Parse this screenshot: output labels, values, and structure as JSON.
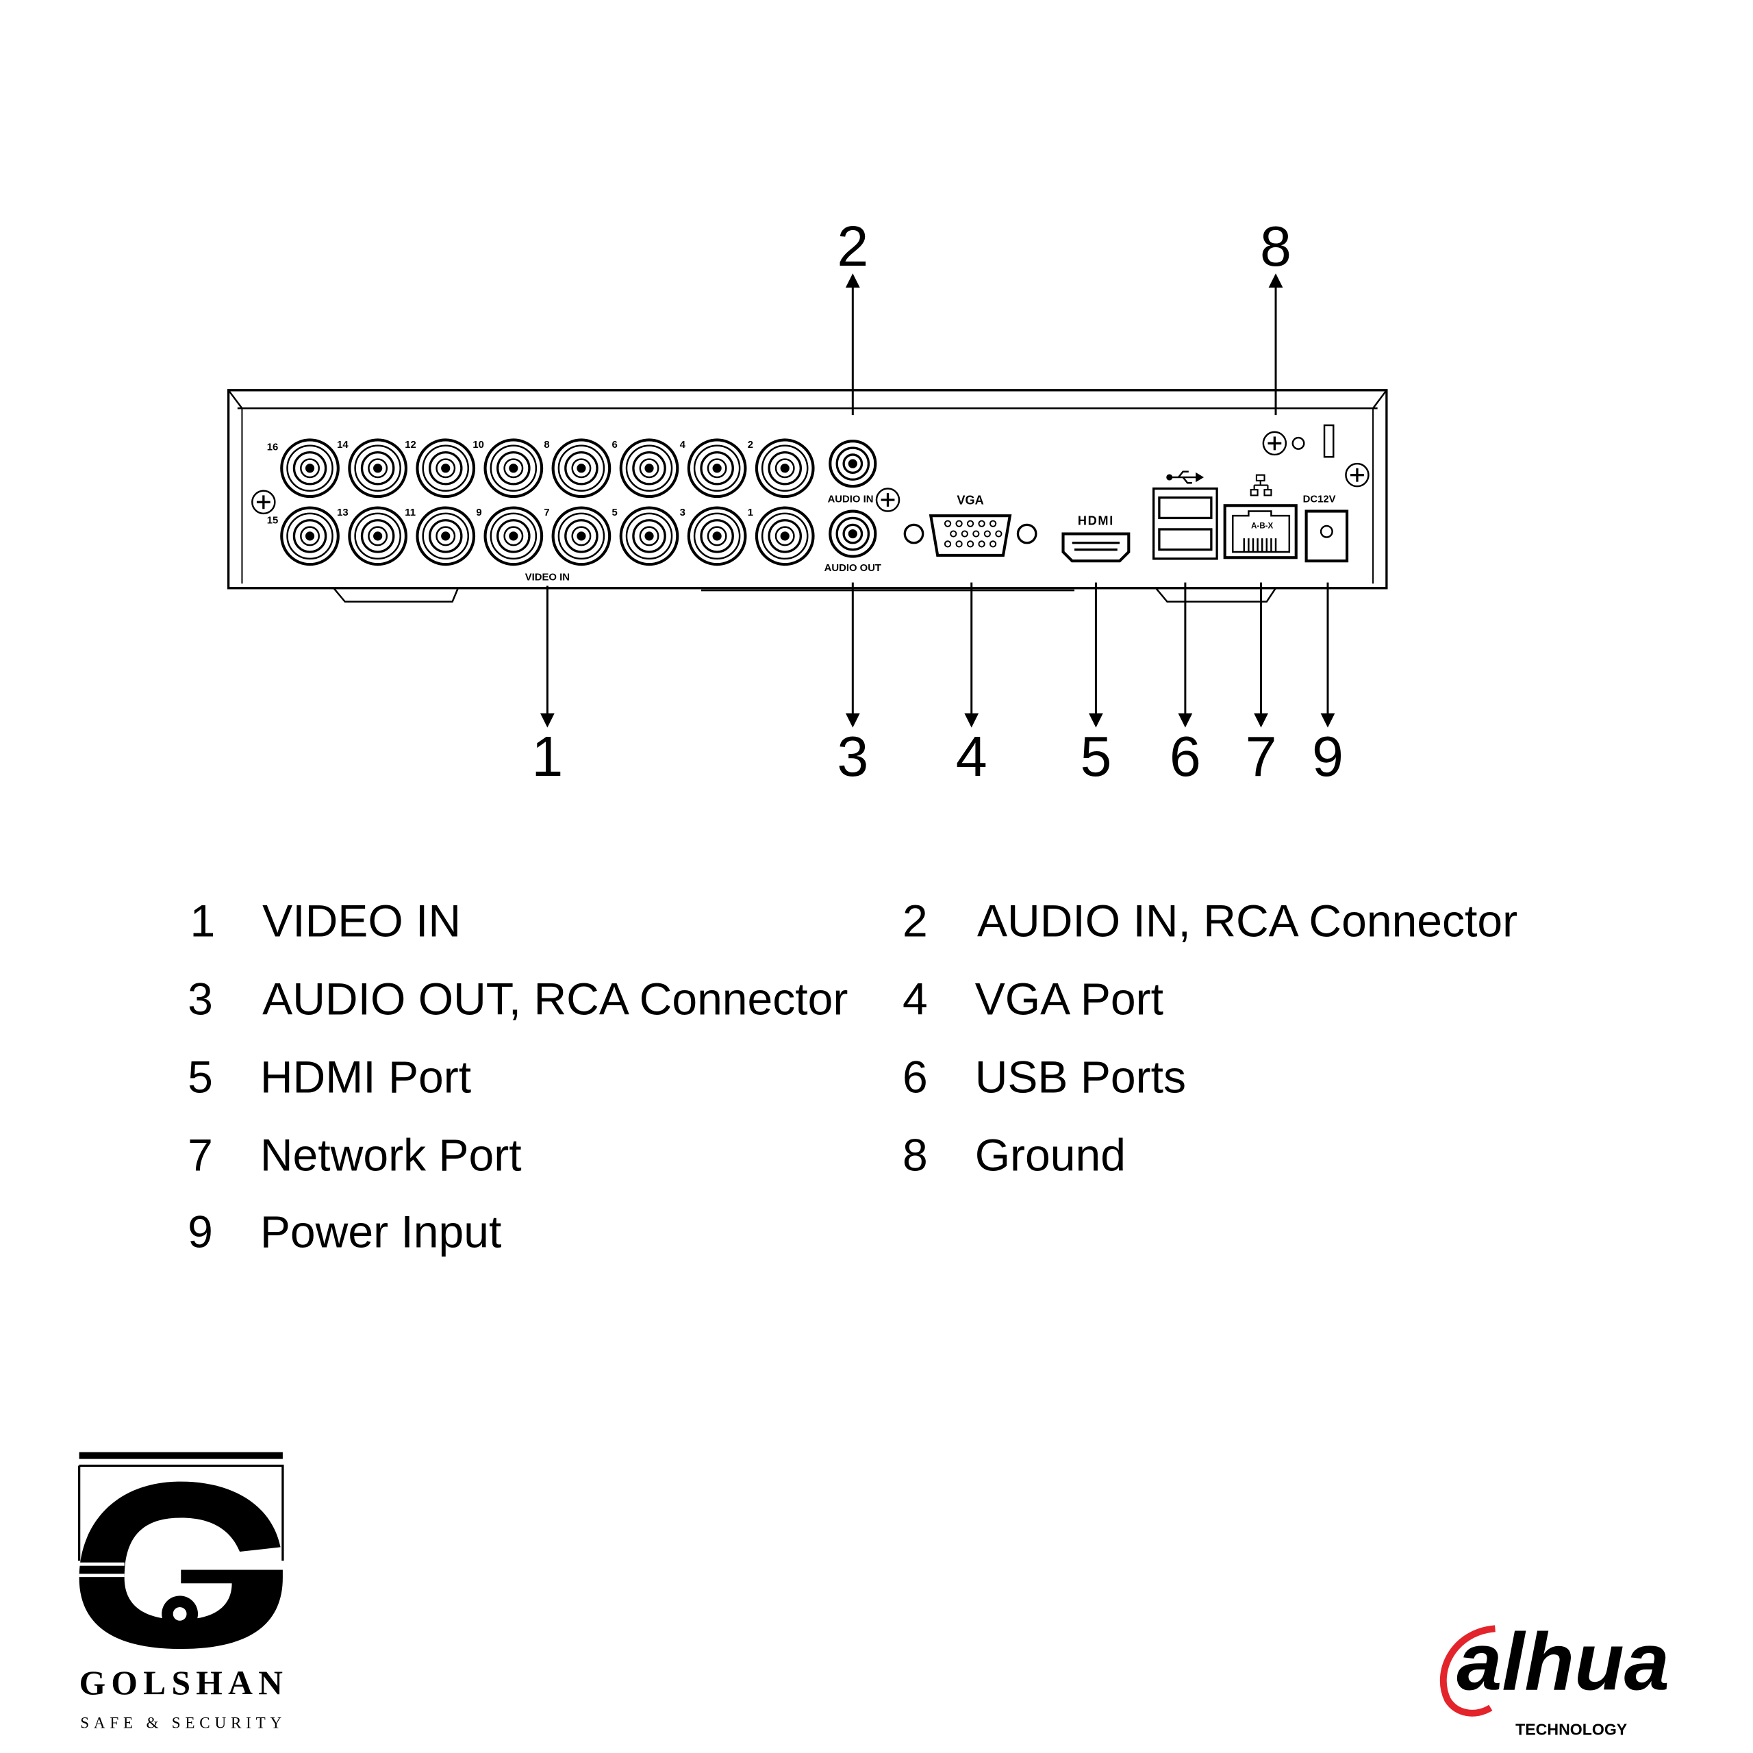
{
  "device": {
    "bnc_top": [
      "16",
      "14",
      "12",
      "10",
      "8",
      "6",
      "4",
      "2"
    ],
    "bnc_bottom": [
      "15",
      "13",
      "11",
      "9",
      "7",
      "5",
      "3",
      "1"
    ],
    "panel_labels": {
      "video_in": "VIDEO IN",
      "audio_in": "AUDIO IN",
      "audio_out": "AUDIO OUT",
      "vga": "VGA",
      "hdmi": "HDMI",
      "network": "A-B-X",
      "dc": "DC12V"
    }
  },
  "callouts": {
    "top": [
      "2",
      "8"
    ],
    "bottom": [
      "1",
      "3",
      "4",
      "5",
      "6",
      "7",
      "9"
    ]
  },
  "legend": [
    {
      "num": "1",
      "label": "VIDEO IN"
    },
    {
      "num": "2",
      "label": "AUDIO IN, RCA Connector"
    },
    {
      "num": "3",
      "label": "AUDIO OUT, RCA Connector"
    },
    {
      "num": "4",
      "label": "VGA Port"
    },
    {
      "num": "5",
      "label": "HDMI Port"
    },
    {
      "num": "6",
      "label": "USB Ports"
    },
    {
      "num": "7",
      "label": "Network Port"
    },
    {
      "num": "8",
      "label": "Ground"
    },
    {
      "num": "9",
      "label": "Power Input"
    }
  ],
  "logos": {
    "golshan": {
      "name": "GOLSHAN",
      "tagline": "SAFE & SECURITY"
    },
    "dahua": {
      "name": "alhua",
      "tagline": "TECHNOLOGY",
      "accent": "#e3242b"
    }
  }
}
